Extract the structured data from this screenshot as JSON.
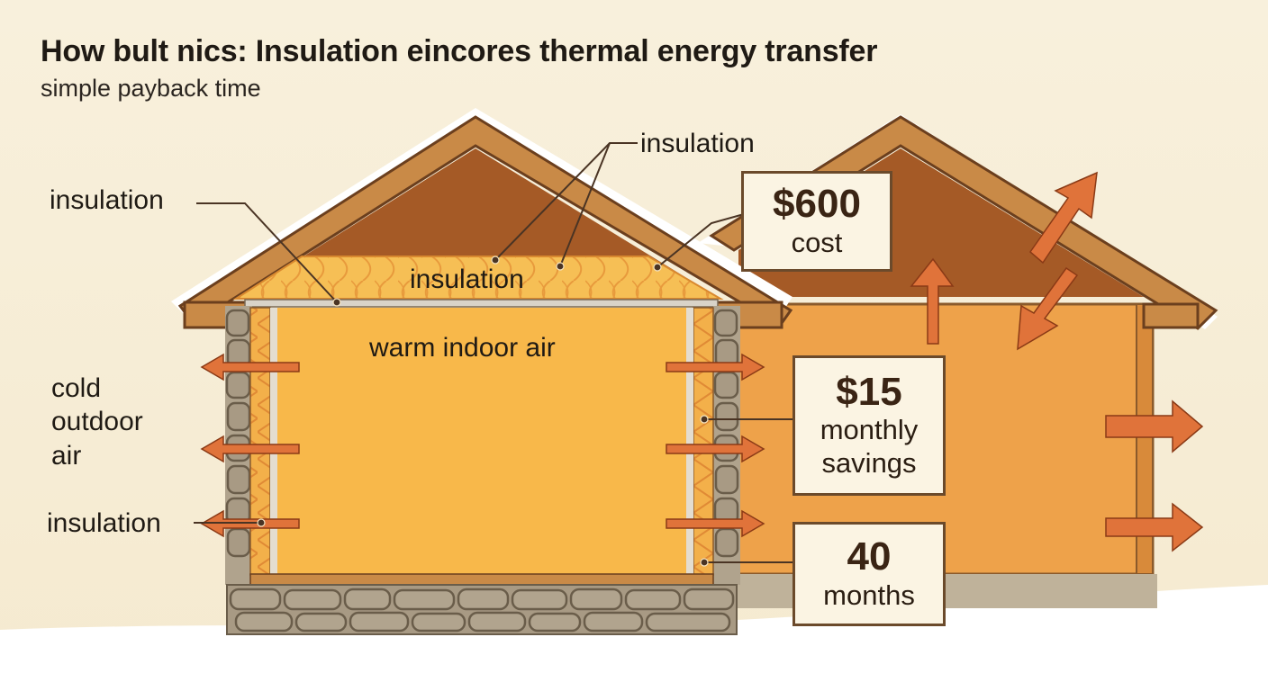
{
  "title": "How bult nics:  Insulation  eincores thermal energy transfer",
  "subtitle": "simple payback time",
  "labels": {
    "insulation_top": "insulation",
    "insulation_left": "insulation",
    "insulation_attic": "insulation",
    "insulation_bottom": "insulation",
    "warm_air": "warm indoor air",
    "cold_air_1": "cold",
    "cold_air_2": "outdoor",
    "cold_air_3": "air"
  },
  "cards": {
    "cost": {
      "value": "$600",
      "label": "cost"
    },
    "savings": {
      "value": "$15",
      "label_1": "monthly",
      "label_2": "savings"
    },
    "payback": {
      "value": "40",
      "label": "months"
    }
  },
  "colors": {
    "background": "#f7efd9",
    "roof_wood": "#c98a47",
    "attic": "#a55a26",
    "insulation": "#f5b84d",
    "wall_orange": "#eea24a",
    "stone": "#a89a84",
    "arrow": "#e0733a",
    "snow": "#ffffff"
  },
  "icons": {
    "heat_arrow": "heat-flow-arrow-icon",
    "stone": "stone-foundation"
  }
}
